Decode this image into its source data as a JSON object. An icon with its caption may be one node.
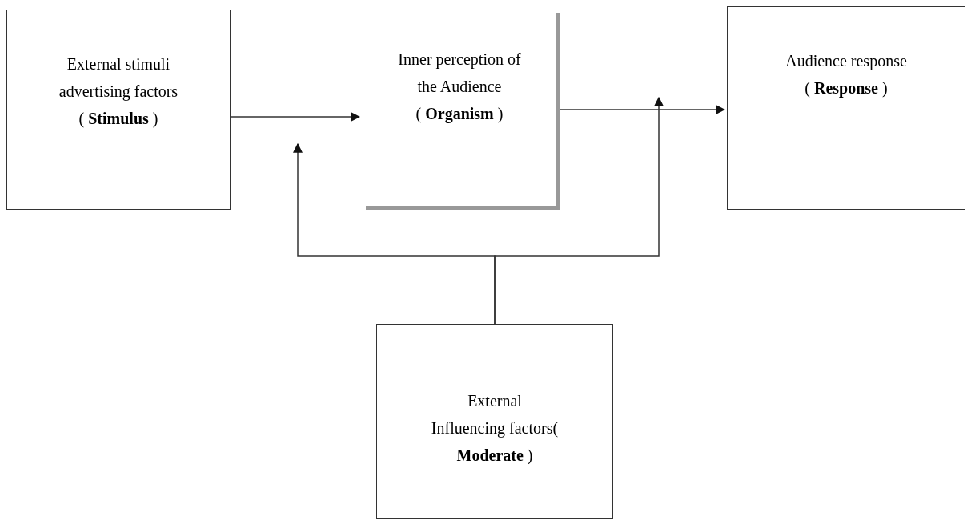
{
  "diagram": {
    "nodes": [
      {
        "text": [
          "External stimuli advertising factors",
          "( **Stimulus** )"
        ]
      },
      {
        "text": [
          "Inner perception of the Audience",
          "( **Organism** )"
        ]
      },
      {
        "text": [
          "Audience response",
          "( **Response** )"
        ]
      },
      {
        "text": [
          "External Influencing factors( **Moderate** )"
        ]
      }
    ],
    "edges": [
      {
        "from": 0,
        "to": 1,
        "arrow": "to"
      },
      {
        "from": 1,
        "to": 2,
        "arrow": "to"
      },
      {
        "from": 3,
        "to": null,
        "arrow": "to"
      },
      {
        "from": 3,
        "to": null,
        "arrow": "to"
      }
    ]
  }
}
